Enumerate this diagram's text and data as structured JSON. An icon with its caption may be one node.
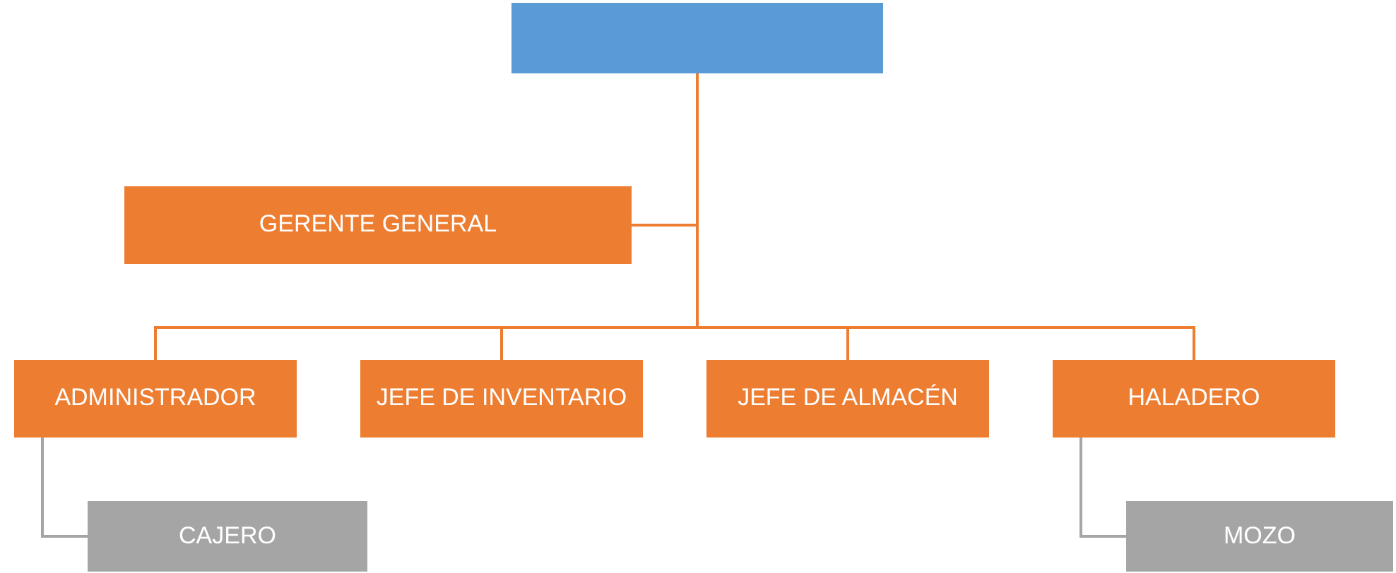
{
  "diagram": {
    "nodes": [
      {
        "text": [],
        "shape": "box"
      },
      {
        "text": [
          "GERENTE GENERAL"
        ]
      },
      {
        "text": [
          "ADMINISTRADOR"
        ]
      },
      {
        "text": [
          "JEFE DE INVENTARIO"
        ]
      },
      {
        "text": [
          "JEFE DE ALMACÉN"
        ]
      },
      {
        "text": [
          "HALADERO"
        ]
      },
      {
        "text": [
          "CAJERO"
        ]
      },
      {
        "text": [
          "MOZO"
        ]
      }
    ],
    "edges": [
      {
        "from": 0,
        "to": 1,
        "arrow": "none"
      },
      {
        "from": 0,
        "to": 2,
        "arrow": "none"
      },
      {
        "from": 0,
        "to": 3,
        "arrow": "none"
      },
      {
        "from": 0,
        "to": 4,
        "arrow": "none"
      },
      {
        "from": 0,
        "to": 5,
        "arrow": "none"
      },
      {
        "from": 2,
        "to": 6,
        "arrow": "none",
        "color": "#a5a5a5"
      },
      {
        "from": 5,
        "to": 7,
        "arrow": "none",
        "color": "#a5a5a5"
      }
    ]
  }
}
